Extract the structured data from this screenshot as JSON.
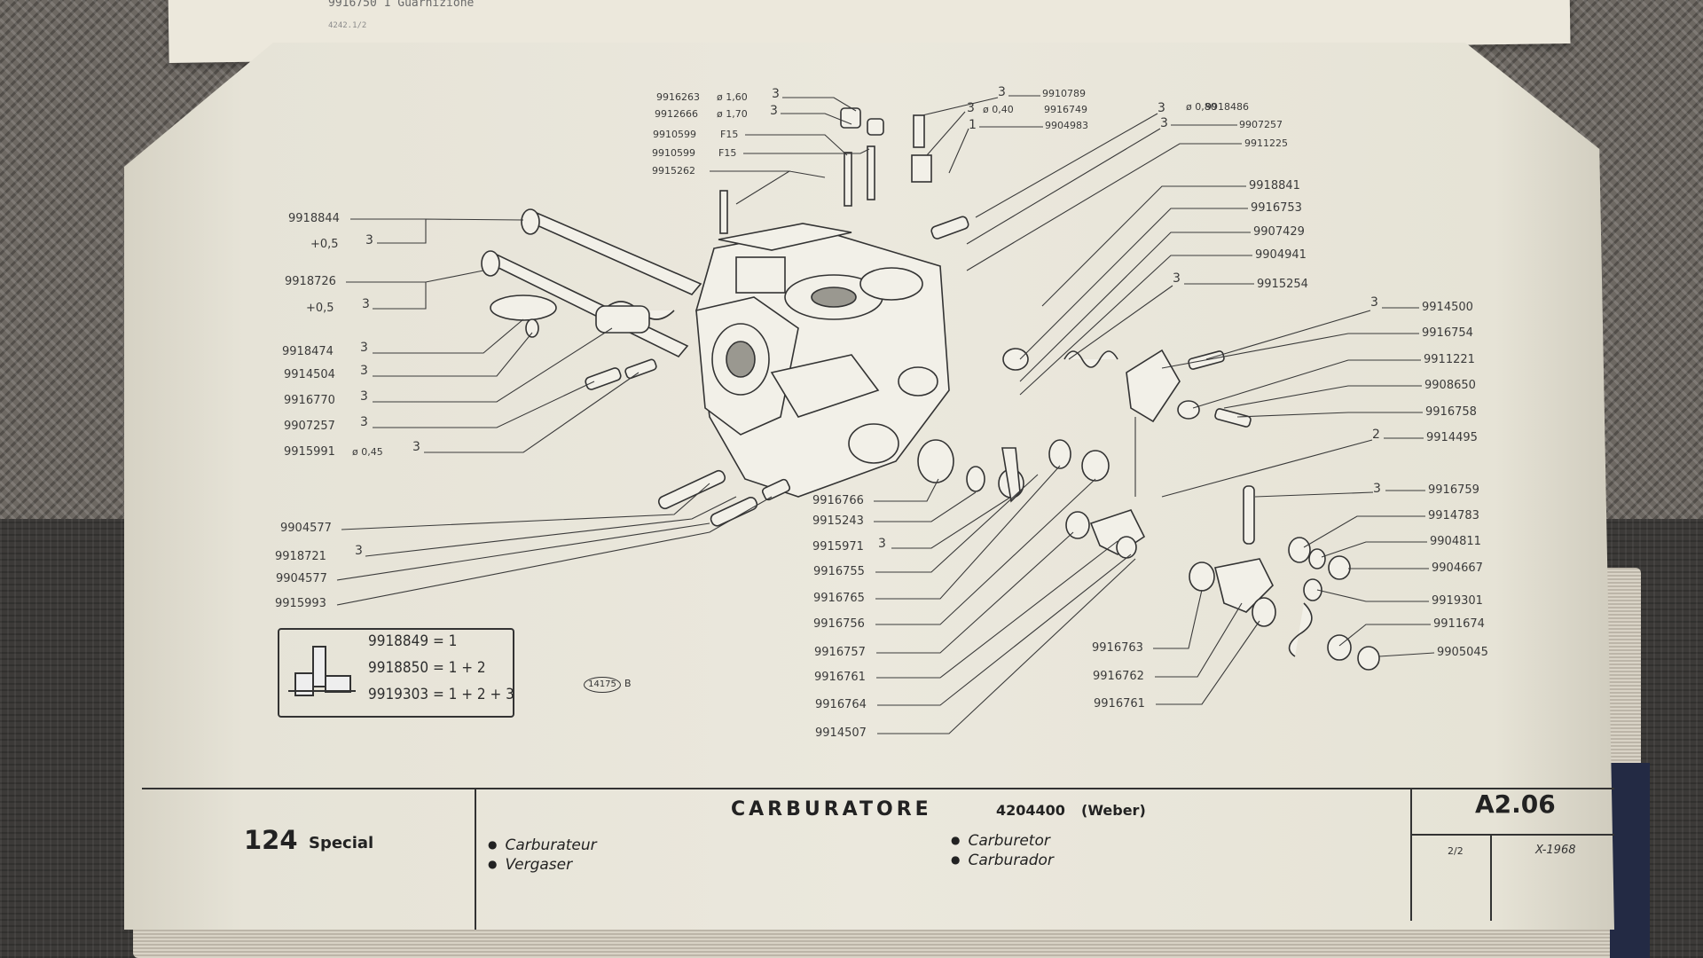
{
  "previous_page": {
    "text": "9916750   1   Guarnizione",
    "sub": "4242.1/2"
  },
  "callouts_left": [
    {
      "code": "9918844",
      "qty": ""
    },
    {
      "code": "+0,5",
      "qty": "3"
    },
    {
      "code": "9918726",
      "qty": ""
    },
    {
      "code": "+0,5",
      "qty": "3"
    },
    {
      "code": "9918474",
      "qty": "3"
    },
    {
      "code": "9914504",
      "qty": "3"
    },
    {
      "code": "9916770",
      "qty": "3"
    },
    {
      "code": "9907257",
      "qty": "3"
    },
    {
      "code": "9915991",
      "spec": "ø 0,45",
      "qty": "3"
    },
    {
      "code": "9904577",
      "qty": ""
    },
    {
      "code": "9918721",
      "qty": "3"
    },
    {
      "code": "9904577",
      "qty": ""
    },
    {
      "code": "9915993",
      "qty": ""
    }
  ],
  "callouts_top": [
    {
      "code": "9916263",
      "spec": "ø 1,60",
      "qty": "3"
    },
    {
      "code": "9912666",
      "spec": "ø 1,70",
      "qty": "3"
    },
    {
      "code": "9910599",
      "spec": "F15",
      "qty": ""
    },
    {
      "code": "9910599",
      "spec": "F15",
      "qty": ""
    },
    {
      "code": "9915262",
      "spec": "",
      "qty": ""
    }
  ],
  "callouts_topright": [
    {
      "code": "9910789",
      "spec": "",
      "qty": "3"
    },
    {
      "code": "9916749",
      "spec": "ø 0,40",
      "qty": "3"
    },
    {
      "code": "9904983",
      "spec": "",
      "qty": "1"
    },
    {
      "code": "9918486",
      "spec": "ø 0,80",
      "qty": "3"
    },
    {
      "code": "9907257",
      "spec": "",
      "qty": "3"
    },
    {
      "code": "9911225",
      "spec": "",
      "qty": ""
    }
  ],
  "callouts_right": [
    {
      "code": "9918841",
      "qty": ""
    },
    {
      "code": "9916753",
      "qty": ""
    },
    {
      "code": "9907429",
      "qty": ""
    },
    {
      "code": "9904941",
      "qty": ""
    },
    {
      "code": "9915254",
      "qty": "3"
    },
    {
      "code": "9914500",
      "qty": "3"
    },
    {
      "code": "9916754",
      "qty": ""
    },
    {
      "code": "9911221",
      "qty": ""
    },
    {
      "code": "9908650",
      "qty": ""
    },
    {
      "code": "9916758",
      "qty": ""
    },
    {
      "code": "9914495",
      "qty": "2"
    },
    {
      "code": "9916759",
      "qty": "3"
    },
    {
      "code": "9914783",
      "qty": ""
    },
    {
      "code": "9904811",
      "qty": ""
    },
    {
      "code": "9904667",
      "qty": ""
    },
    {
      "code": "9919301",
      "qty": ""
    },
    {
      "code": "9911674",
      "qty": ""
    },
    {
      "code": "9905045",
      "qty": ""
    }
  ],
  "callouts_center": [
    {
      "code": "9916766",
      "qty": ""
    },
    {
      "code": "9915243",
      "qty": ""
    },
    {
      "code": "9915971",
      "qty": "3"
    },
    {
      "code": "9916755",
      "qty": ""
    },
    {
      "code": "9916765",
      "qty": ""
    },
    {
      "code": "9916756",
      "qty": ""
    },
    {
      "code": "9916757",
      "qty": ""
    },
    {
      "code": "9916761",
      "qty": ""
    },
    {
      "code": "9916764",
      "qty": ""
    },
    {
      "code": "9914507",
      "qty": ""
    }
  ],
  "callouts_bottomright": [
    {
      "code": "9916763"
    },
    {
      "code": "9916762"
    },
    {
      "code": "9916761"
    }
  ],
  "kit": {
    "lines": [
      "9918849 = 1",
      "9918850 = 1 + 2",
      "9919303 = 1 + 2 + 3"
    ]
  },
  "figure_ref": {
    "number": "14175",
    "suffix": "B"
  },
  "footer": {
    "model_number": "124",
    "model_name": "Special",
    "title": "CARBURATORE",
    "title_code": "4204400",
    "title_brand": "(Weber)",
    "translations": {
      "fr": "Carburateur",
      "de": "Vergaser",
      "en": "Carburetor",
      "es": "Carburador"
    },
    "sheet_code": "A2.06",
    "sheet_page": "2/2",
    "sheet_date": "X-1968"
  },
  "colors": {
    "paper": "#ebe8dd",
    "ink": "#2e2e2e",
    "cover": "#232a44"
  }
}
